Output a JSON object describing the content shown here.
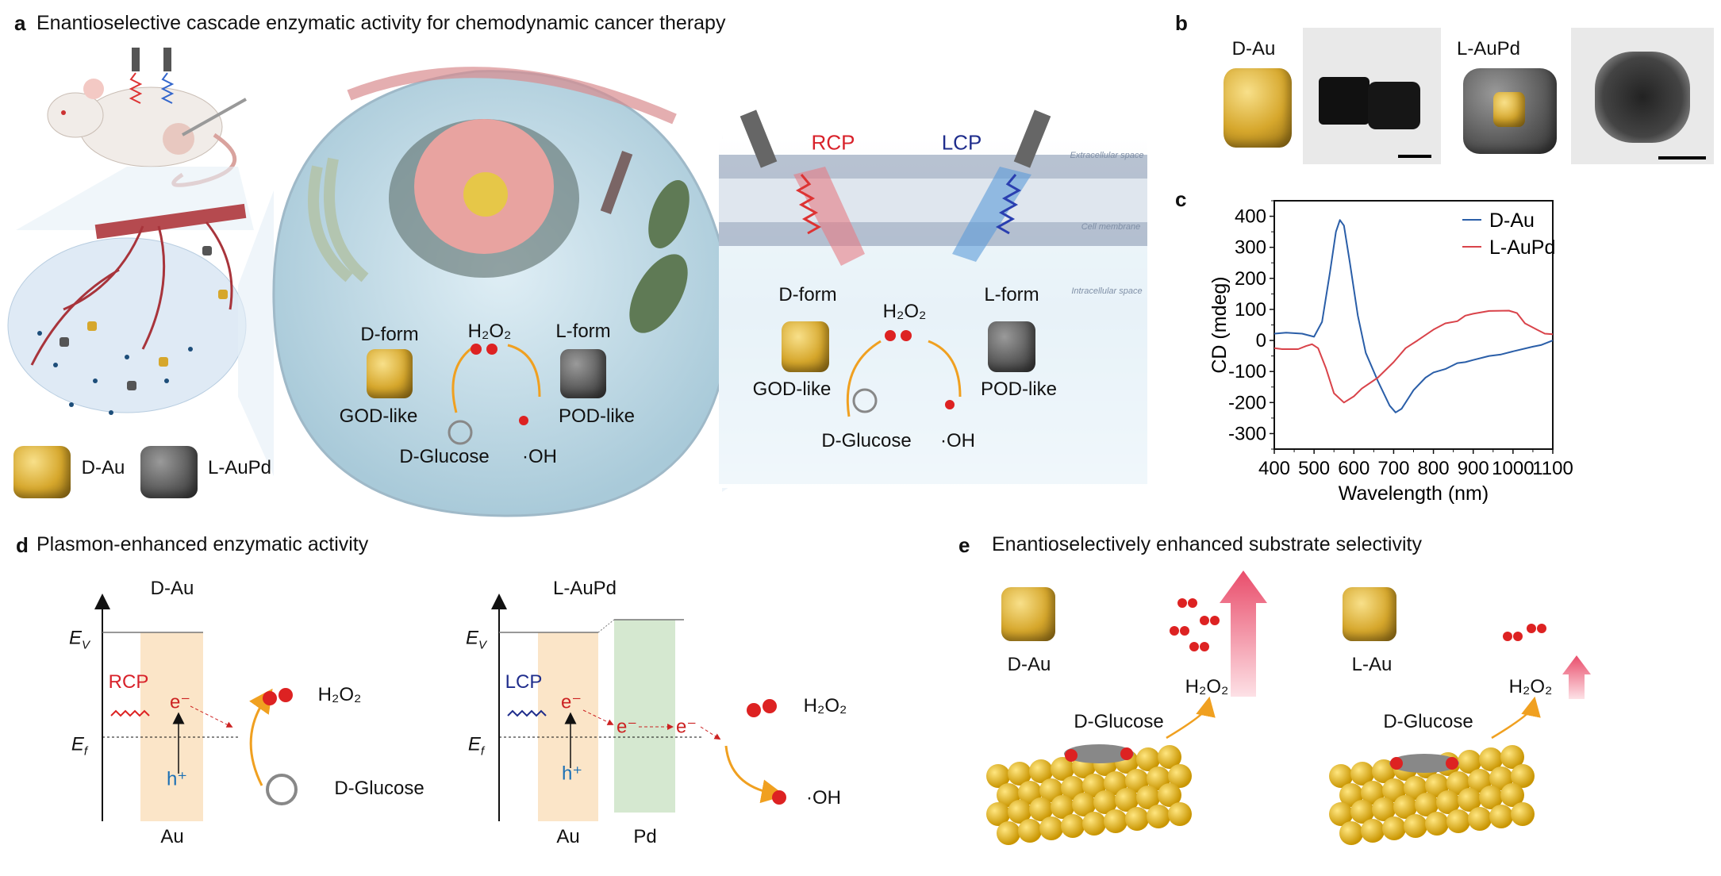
{
  "panel_a": {
    "letter": "a",
    "title": "Enantioselective cascade enzymatic activity for chemodynamic cancer therapy",
    "legend": {
      "d_au": "D-Au",
      "l_aupd": "L-AuPd"
    },
    "cell": {
      "d_form": "D-form",
      "h2o2": "H₂O₂",
      "l_form": "L-form",
      "god_like": "GOD-like",
      "pod_like": "POD-like",
      "glucose": "D-Glucose",
      "oh": "·OH"
    },
    "membrane": {
      "rcp": "RCP",
      "lcp": "LCP",
      "extracellular": "Extracellular space",
      "cell_membrane": "Cell membrane",
      "intracellular": "Intracellular space",
      "d_form": "D-form",
      "h2o2": "H₂O₂",
      "l_form": "L-form",
      "god_like": "GOD-like",
      "pod_like": "POD-like",
      "glucose": "D-Glucose",
      "oh": "·OH"
    }
  },
  "panel_b": {
    "letter": "b",
    "d_au": "D-Au",
    "l_aupd": "L-AuPd"
  },
  "panel_c": {
    "letter": "c"
  },
  "panel_d": {
    "letter": "d",
    "title": "Plasmon-enhanced enzymatic activity",
    "left": {
      "title": "D-Au",
      "ev": "E",
      "ev_sub": "V",
      "ef": "E",
      "ef_sub": "f",
      "light": "RCP",
      "electron": "e⁻",
      "hole": "h⁺",
      "metal": "Au",
      "product": "H₂O₂",
      "substrate": "D-Glucose"
    },
    "right": {
      "title": "L-AuPd",
      "ev": "E",
      "ev_sub": "V",
      "ef": "E",
      "ef_sub": "f",
      "light": "LCP",
      "electron": "e⁻",
      "electron2": "e⁻",
      "electron3": "e⁻",
      "hole": "h⁺",
      "metal1": "Au",
      "metal2": "Pd",
      "product": "H₂O₂",
      "product2": "·OH"
    }
  },
  "panel_e": {
    "letter": "e",
    "title": "Enantioselectively enhanced substrate selectivity",
    "left": {
      "catalyst": "D-Au",
      "product": "H₂O₂",
      "substrate": "D-Glucose"
    },
    "right": {
      "catalyst": "L-Au",
      "product": "H₂O₂",
      "substrate": "D-Glucose"
    }
  },
  "colors": {
    "d_au": "#2a5ea8",
    "l_aupd": "#d9434a",
    "rcp": "#d8212a",
    "lcp": "#1f2d8c",
    "arrow": "#f0a020"
  },
  "chart_data": {
    "type": "line",
    "xlabel": "Wavelength (nm)",
    "ylabel": "CD (mdeg)",
    "xlim": [
      400,
      1100
    ],
    "ylim": [
      -350,
      450
    ],
    "xticks": [
      400,
      500,
      600,
      700,
      800,
      900,
      1000,
      1100
    ],
    "yticks": [
      -300,
      -200,
      -100,
      0,
      100,
      200,
      300,
      400
    ],
    "grid": false,
    "legend_position": "top-right",
    "series": [
      {
        "name": "D-Au",
        "color": "#2a5ea8",
        "x": [
          400,
          430,
          470,
          500,
          520,
          540,
          555,
          565,
          575,
          590,
          610,
          630,
          660,
          690,
          705,
          720,
          750,
          780,
          800,
          830,
          860,
          880,
          900,
          940,
          970,
          1000,
          1050,
          1070,
          1100
        ],
        "y": [
          22,
          25,
          22,
          12,
          60,
          220,
          350,
          388,
          370,
          250,
          80,
          -40,
          -130,
          -210,
          -232,
          -220,
          -160,
          -120,
          -103,
          -92,
          -73,
          -70,
          -63,
          -50,
          -45,
          -35,
          -20,
          -15,
          0
        ]
      },
      {
        "name": "L-AuPd",
        "color": "#d9434a",
        "x": [
          400,
          420,
          460,
          480,
          495,
          510,
          530,
          550,
          575,
          600,
          620,
          660,
          700,
          730,
          760,
          800,
          830,
          860,
          880,
          900,
          940,
          990,
          1010,
          1030,
          1060,
          1080,
          1100
        ],
        "y": [
          -25,
          -28,
          -28,
          -18,
          -12,
          -25,
          -90,
          -170,
          -200,
          -180,
          -155,
          -120,
          -70,
          -25,
          0,
          35,
          55,
          62,
          80,
          86,
          95,
          96,
          88,
          55,
          35,
          22,
          20
        ]
      }
    ]
  }
}
